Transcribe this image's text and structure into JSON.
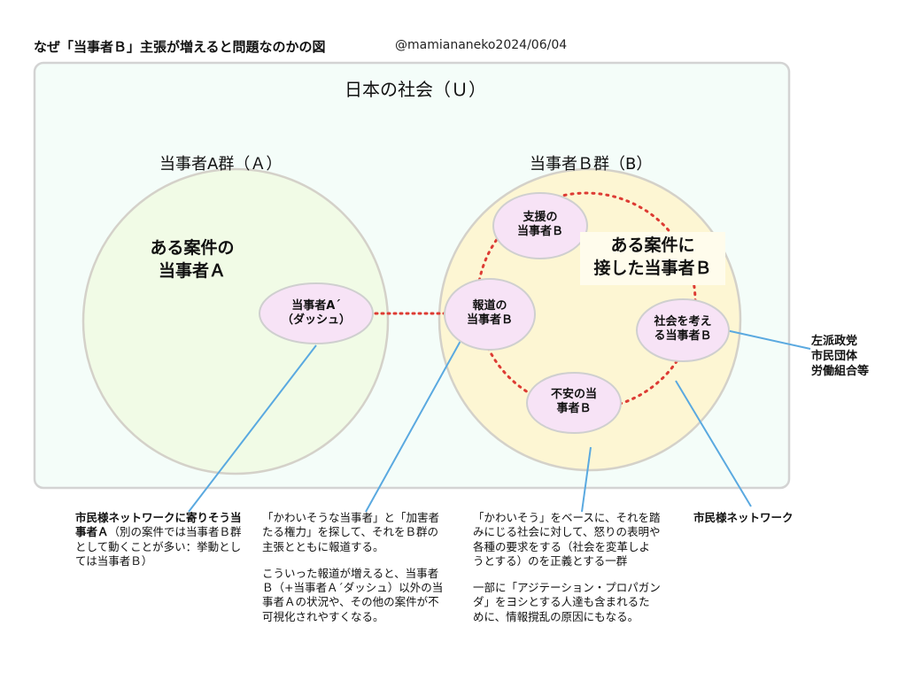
{
  "header": {
    "title": "なぜ「当事者Ｂ」主張が増えると問題なのかの図",
    "handle": "@mamiananeko2024/06/04"
  },
  "universe": {
    "label": "日本の社会（Ｕ）"
  },
  "set_a": {
    "label": "当事者A群（Ａ）",
    "inner_label": [
      "ある案件の",
      "当事者Ａ"
    ],
    "dash": [
      "当事者A´",
      "（ダッシュ）"
    ]
  },
  "set_b": {
    "label": "当事者Ｂ群（B）",
    "inner_label": [
      "ある案件に",
      "接した当事者Ｂ"
    ],
    "support": [
      "支援の",
      "当事者Ｂ"
    ],
    "report": [
      "報道の",
      "当事者Ｂ"
    ],
    "society": [
      "社会を考え",
      "る当事者Ｂ"
    ],
    "anxiety": [
      "不安の当",
      "事者Ｂ"
    ]
  },
  "side_label": [
    "左派政党",
    "市民団体",
    "労働組合等"
  ],
  "notes": {
    "n1": {
      "bold": "市民様ネットワークに寄りそう当事者Ａ",
      "text": "（別の案件では当事者Ｂ群として動くことが多い：挙動としては当事者Ｂ）"
    },
    "n2": {
      "p1": "「かわいそうな当事者」と「加害者たる権力」を探して、それをＢ群の主張とともに報道する。",
      "p2": "こういった報道が増えると、当事者Ｂ（+当事者Ａ´ダッシュ）以外の当事者Ａの状況や、その他の案件が不可視化されやすくなる。"
    },
    "n3": {
      "p1": "「かわいそう」をベースに、それを踏みにじる社会に対して、怒りの表明や各種の要求をする（社会を変革しようとする）のを正義とする一群",
      "p2": "一部に「アジテーション・プロパガンダ」をヨシとする人達も含まれるために、情報撹乱の原因にもなる。"
    },
    "n4": {
      "bold": "市民様ネットワーク"
    }
  }
}
